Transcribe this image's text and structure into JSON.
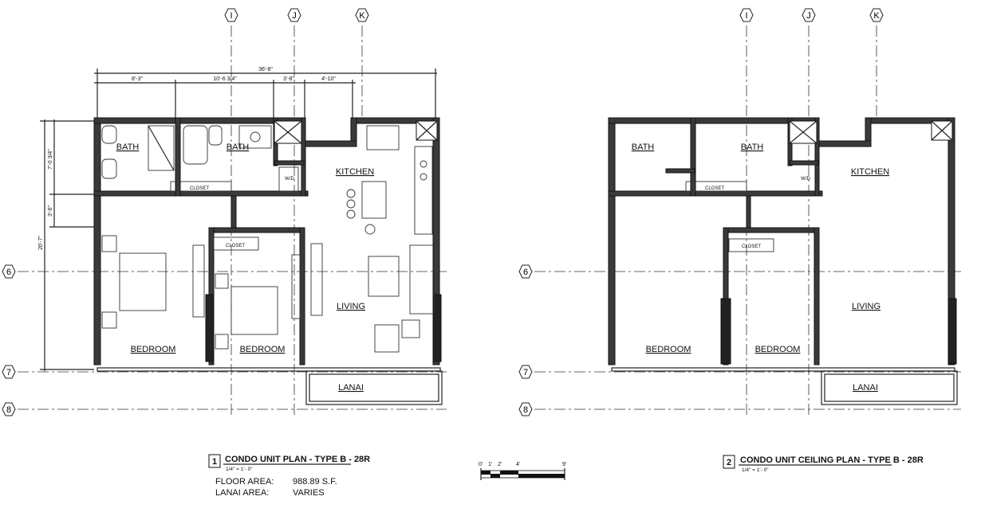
{
  "grid_lines": {
    "columns": [
      "I",
      "J",
      "K"
    ],
    "rows": [
      "6",
      "7",
      "8"
    ]
  },
  "plan1": {
    "dimensions": {
      "overall": "36'-8\"",
      "segments": [
        "8'-3\"",
        "10'-6 3/4\"",
        "3'-8\"",
        "4'-10\""
      ],
      "vertical": [
        "7'-0 3/4\"",
        "3'-6\"",
        "26'-7\""
      ]
    },
    "rooms": {
      "bath1": "BATH",
      "bath2": "BATH",
      "kitchen": "KITCHEN",
      "living": "LIVING",
      "bedroom1": "BEDROOM",
      "bedroom2": "BEDROOM",
      "lanai": "LANAI",
      "closet1": "CLOSET",
      "closet2": "CLOSET",
      "wd": "W/D"
    },
    "caption": {
      "number": "1",
      "title": "CONDO UNIT PLAN - TYPE B - 28R",
      "scale": "1/4\" = 1'- 0\"",
      "floor_area_label": "FLOOR AREA:",
      "floor_area_value": "988.89  S.F.",
      "lanai_area_label": "LANAI AREA:",
      "lanai_area_value": "VARIES"
    }
  },
  "plan2": {
    "rooms": {
      "bath1": "BATH",
      "bath2": "BATH",
      "kitchen": "KITCHEN",
      "living": "LIVING",
      "bedroom1": "BEDROOM",
      "bedroom2": "BEDROOM",
      "lanai": "LANAI",
      "closet1": "CLOSET",
      "closet2": "CLOSET",
      "wd": "W/D"
    },
    "caption": {
      "number": "2",
      "title": "CONDO UNIT CEILING PLAN - TYPE B - 28R",
      "scale": "1/4\" = 1'- 0\""
    }
  },
  "scale_bar": {
    "labels": [
      "0'",
      "1'",
      "2'",
      "4'",
      "9'"
    ]
  }
}
